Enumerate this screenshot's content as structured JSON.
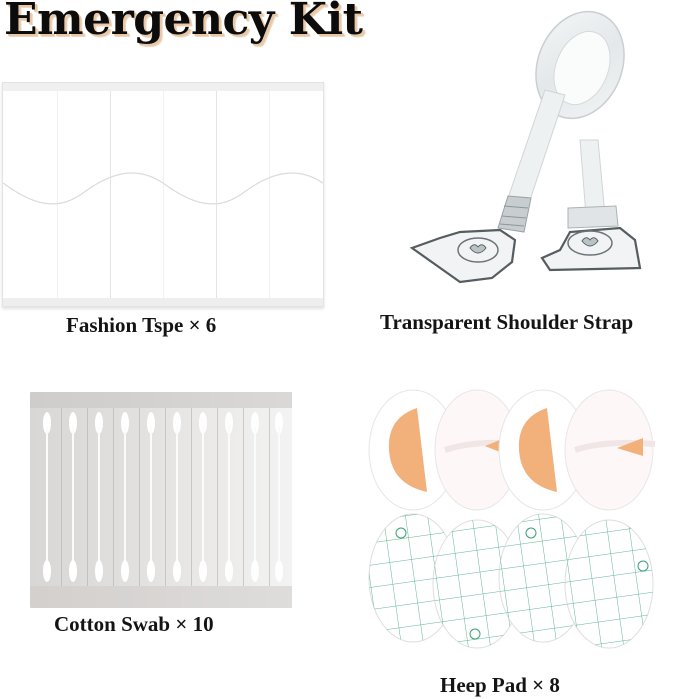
{
  "title": "Emergency Kit",
  "items": [
    {
      "id": "fashion-tape",
      "label": "Fashion Tspe × 6",
      "quantity": 6
    },
    {
      "id": "shoulder-strap",
      "label": "Transparent Shoulder Strap"
    },
    {
      "id": "cotton-swab",
      "label": "Cotton Swab × 10",
      "quantity": 10
    },
    {
      "id": "heel-pad",
      "label": "Heep Pad × 8",
      "quantity": 8
    }
  ],
  "colors": {
    "title_text": "#0c0c0c",
    "title_shadow": "#e8c7a6",
    "pad_cushion": "#f2b07a",
    "pad_grid": "#3aa07a"
  }
}
